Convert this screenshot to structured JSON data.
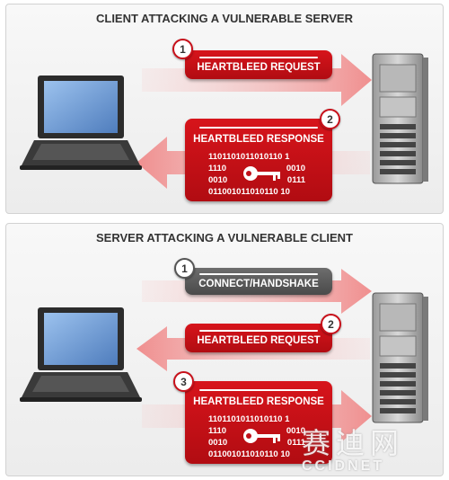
{
  "top_panel": {
    "title": "CLIENT ATTACKING A VULNERABLE SERVER",
    "request": {
      "step": "1",
      "label": "HEARTBLEED REQUEST"
    },
    "response": {
      "step": "2",
      "label": "HEARTBLEED RESPONSE",
      "bits_top": "1101101011010110 1",
      "bits_row1": "1101101011010110 1",
      "bits_left": [
        "1110",
        "0010"
      ],
      "bits_right": [
        "0010",
        "0111"
      ],
      "bits_bottom": "011001011010110 10"
    }
  },
  "bottom_panel": {
    "title": "SERVER ATTACKING A VULNERABLE CLIENT",
    "handshake": {
      "step": "1",
      "label": "CONNECT/HANDSHAKE"
    },
    "request": {
      "step": "2",
      "label": "HEARTBLEED REQUEST"
    },
    "response": {
      "step": "3",
      "label": "HEARTBLEED RESPONSE",
      "bits_row1": "1101101011010110 1",
      "bits_left": [
        "1110",
        "0010"
      ],
      "bits_right": [
        "0010",
        "0111"
      ],
      "bits_bottom": "011001011010110 10"
    }
  },
  "watermark": {
    "cn": "赛迪网",
    "en": "CCIDNET"
  },
  "colors": {
    "accent_red": "#c8101a",
    "arrow_pink": "#f2a9a9",
    "dark_box": "#555555"
  }
}
